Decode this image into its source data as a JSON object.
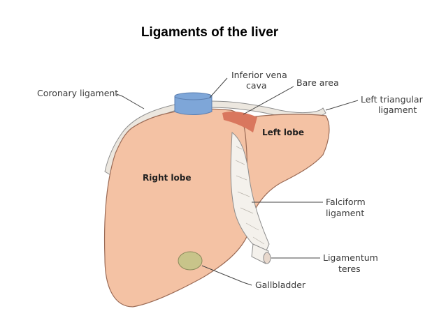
{
  "title": "Ligaments of the liver",
  "labels": {
    "coronary_ligament": "Coronary ligament",
    "ivc_line1": "Inferior vena",
    "ivc_line2": "cava",
    "bare_area": "Bare area",
    "left_triangular_line1": "Left triangular",
    "left_triangular_line2": "ligament",
    "left_lobe": "Left lobe",
    "right_lobe": "Right lobe",
    "falciform_line1": "Falciform",
    "falciform_line2": "ligament",
    "lig_teres_line1": "Ligamentum",
    "lig_teres_line2": "teres",
    "gallbladder": "Gallbladder"
  },
  "colors": {
    "liver": "#f4c2a4",
    "liver_outline": "#9a6a55",
    "ivc": "#7ea6d8",
    "bare_area": "#d9775e",
    "gallbladder": "#c8c48a",
    "ligament": "#f4f1ec"
  }
}
